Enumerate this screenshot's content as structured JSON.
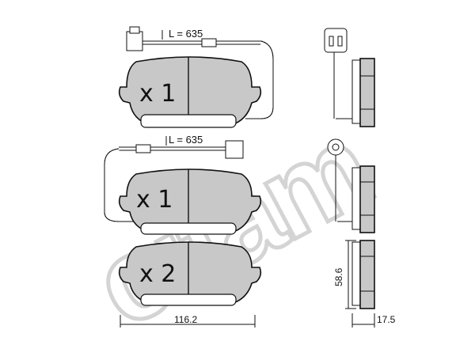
{
  "watermark": {
    "text": "cifam",
    "color": "#d4d4d4"
  },
  "pads": [
    {
      "quantity": "x 1",
      "has_sensor": true
    },
    {
      "quantity": "x 1",
      "has_sensor": true
    },
    {
      "quantity": "x 2",
      "has_sensor": false
    }
  ],
  "sensors": [
    {
      "length_label": "L = 635"
    },
    {
      "length_label": "L = 635"
    }
  ],
  "dimensions": {
    "width": "116.2",
    "height": "58.6",
    "thickness": "17.5"
  },
  "colors": {
    "pad_fill": "#c8c8c8",
    "outline": "#111111"
  }
}
